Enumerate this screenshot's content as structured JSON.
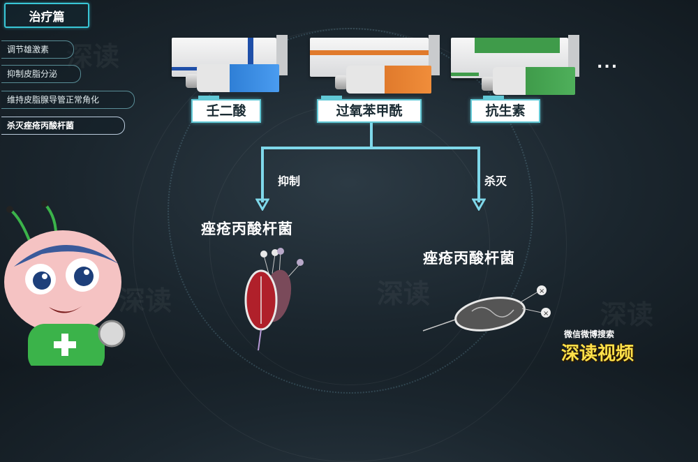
{
  "sidebar": {
    "title": "治疗篇",
    "items": [
      {
        "label": "调节雄激素"
      },
      {
        "label": "抑制皮脂分泌"
      },
      {
        "label": "维持皮脂腺导管正常角化"
      },
      {
        "label": "杀灭痤疮丙酸杆菌"
      }
    ]
  },
  "medicines": [
    {
      "name": "壬二酸",
      "color": "#2f7fd6"
    },
    {
      "name": "过氧苯甲酰",
      "color": "#e07a2c"
    },
    {
      "name": "抗生素",
      "color": "#3f9b4a"
    }
  ],
  "more": "...",
  "actions": {
    "left": "抑制",
    "right": "杀灭"
  },
  "bacteria": {
    "left_label": "痤疮丙酸杆菌",
    "right_label": "痤疮丙酸杆菌"
  },
  "watermark": "深读",
  "brand": {
    "top": "微信微博搜索",
    "main": "深读视频"
  },
  "colors": {
    "accent": "#39c6d6",
    "arrow": "#7fd8ea",
    "bacteria": "#b0202a"
  }
}
